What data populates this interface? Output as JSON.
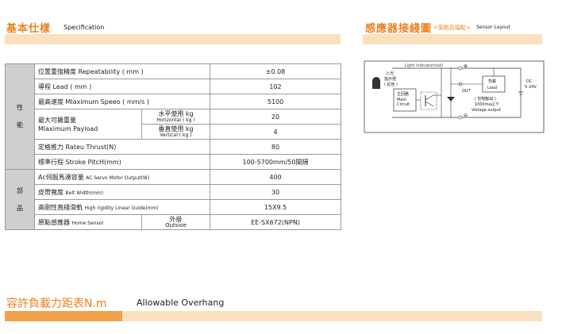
{
  "spec_header": {
    "title_zh": "基本仕樣",
    "title_en": "Specification"
  },
  "sensor_header": {
    "title_zh": "感應器接綫圖",
    "title_note": "<原點及端點>",
    "title_en": "Sensor Layout"
  },
  "performance_group": {
    "label_1": "性",
    "label_2": "能"
  },
  "parts_group": {
    "label_1": "部",
    "label_2": "品"
  },
  "rows": {
    "repeatability": {
      "label": "位置重復精度  Repeatability ( mm )",
      "value": "±0.08"
    },
    "lead": {
      "label": "導程  Lead ( mm )",
      "value": "102"
    },
    "max_speed": {
      "label": "最高速度  Mlaximum Speeo ( mm/s )",
      "value": "5100"
    },
    "payload": {
      "label_zh": "最大可搬重量",
      "label_en": "Mlaximum Payload",
      "horizontal_zh": "水平使用 kg",
      "horizontal_en": "Horizontal ( kg )",
      "horizontal_value": "20",
      "vertical_zh": "垂直使用 kg",
      "vertical_en": "Vertical ( kg )",
      "vertical_value": "4"
    },
    "thrust": {
      "label": "定格推力  Rateu Thrust(N)",
      "value": "80"
    },
    "stroke": {
      "label": "標準行程  Stroke PitcH(mm)",
      "value": "100-5700mm/50間隔"
    },
    "servo": {
      "label_zh": "Ac伺服馬達容量",
      "label_en": "AC Servo Motor Output(W)",
      "value": "400"
    },
    "belt": {
      "label_zh": "皮帶寬度",
      "label_en": "Belt Width(mm)",
      "value": "30"
    },
    "guide": {
      "label_zh": "高剛性直綫滑軌",
      "label_en": "High rigidity Linear Guide(mm)",
      "value": "15X9.5"
    },
    "home_sensor": {
      "label_zh": "原點感應器",
      "label_en": "Home Sensor",
      "sub_zh": "外掛",
      "sub_en": "Outsioe",
      "value": "EE-SX672(NPN)"
    }
  },
  "diagram": {
    "light_indicator": "Light indicator(red)",
    "led_zh_1": "入光",
    "led_zh_2": "指示燈",
    "led_zh_3": "( 紅色 )",
    "main_circuit_zh": "主回路",
    "main_circuit_en_1": "Main",
    "main_circuit_en_2": "Circuit",
    "load_zh": "負載",
    "load_en": "Load",
    "dc_1": "DC",
    "dc_2": "5-24V",
    "out_label": "OUT",
    "control_zh": "( 控制輸出 )",
    "control_current": "1000ma以下",
    "voltage_output": "Voltage output",
    "plus_mark": "⊕",
    "minus_mark": "⊖"
  },
  "overhang": {
    "title_zh": "容許負載力距表N.m",
    "title_en": "Allowable Overhang"
  }
}
